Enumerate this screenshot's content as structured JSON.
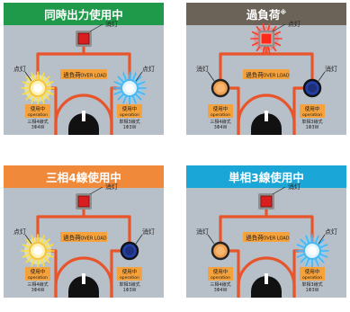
{
  "panels": [
    {
      "title": "同時出力使用中",
      "title_bg": "#1f9a4a",
      "overload_lamp": "off",
      "left_lamp": "on",
      "right_lamp": "on",
      "top_label": "消灯",
      "left_label": "点灯",
      "right_label": "点灯"
    },
    {
      "title": "過負荷",
      "title_mark": "※",
      "title_bg": "#6c6358",
      "overload_lamp": "on",
      "left_lamp": "off",
      "right_lamp": "off",
      "top_label": "点灯",
      "left_label": "消灯",
      "right_label": "消灯"
    },
    {
      "title": "三相4線使用中",
      "title_bg": "#f08a3a",
      "overload_lamp": "off",
      "left_lamp": "on",
      "right_lamp": "off",
      "top_label": "消灯",
      "left_label": "点灯",
      "right_label": "消灯"
    },
    {
      "title": "単相3線使用中",
      "title_bg": "#1aa7d8",
      "overload_lamp": "off",
      "left_lamp": "off",
      "right_lamp": "on",
      "top_label": "消灯",
      "left_label": "消灯",
      "right_label": "点灯"
    }
  ],
  "overload_label": {
    "jp": "過負荷",
    "en": "OVER LOAD"
  },
  "left_box": {
    "line1": "使用中",
    "line2": "operation",
    "line3": "三相4線式",
    "line4": "3Φ4W"
  },
  "right_box": {
    "line1": "使用中",
    "line2": "operation",
    "line3": "単相3線式",
    "line4": "1Φ3W"
  },
  "colors": {
    "panel_bg": "#b7bfc8",
    "wire": "#e8552a",
    "label_box": "#f5a23c",
    "lamp_left_ring": "#d9711c",
    "lamp_right_ring": "#1d2f7a"
  }
}
